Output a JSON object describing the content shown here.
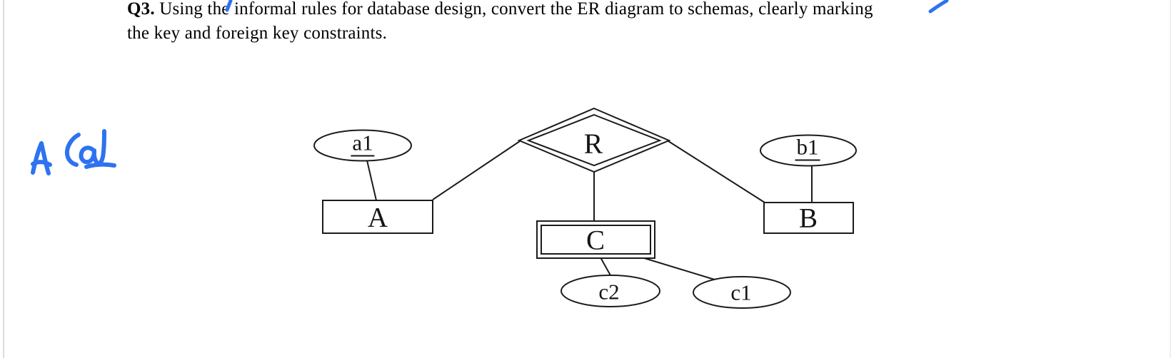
{
  "page": {
    "background": "#ffffff",
    "left_edge_color": "#dcdcdc"
  },
  "question": {
    "number": "Q3.",
    "line1": " Using the informal rules for database design, convert the ER diagram to schemas, clearly marking",
    "line2": "the key and foreign key constraints."
  },
  "handwriting": {
    "ink_color": "#2e72f0",
    "text": "A (a1",
    "a1_underlined": true
  },
  "diagram": {
    "stroke_color": "#1b1b1b",
    "relationship": {
      "label": "R",
      "shape": "double-diamond"
    },
    "entities": {
      "a": {
        "label": "A",
        "shape": "rectangle"
      },
      "b": {
        "label": "B",
        "shape": "rectangle"
      },
      "c": {
        "label": "C",
        "shape": "double-rectangle"
      }
    },
    "attributes": {
      "a1": {
        "label": "a1",
        "key": true
      },
      "b1": {
        "label": "b1",
        "key": true
      },
      "c2": {
        "label": "c2",
        "key": false
      },
      "c1": {
        "label": "c1",
        "key": false
      }
    }
  }
}
